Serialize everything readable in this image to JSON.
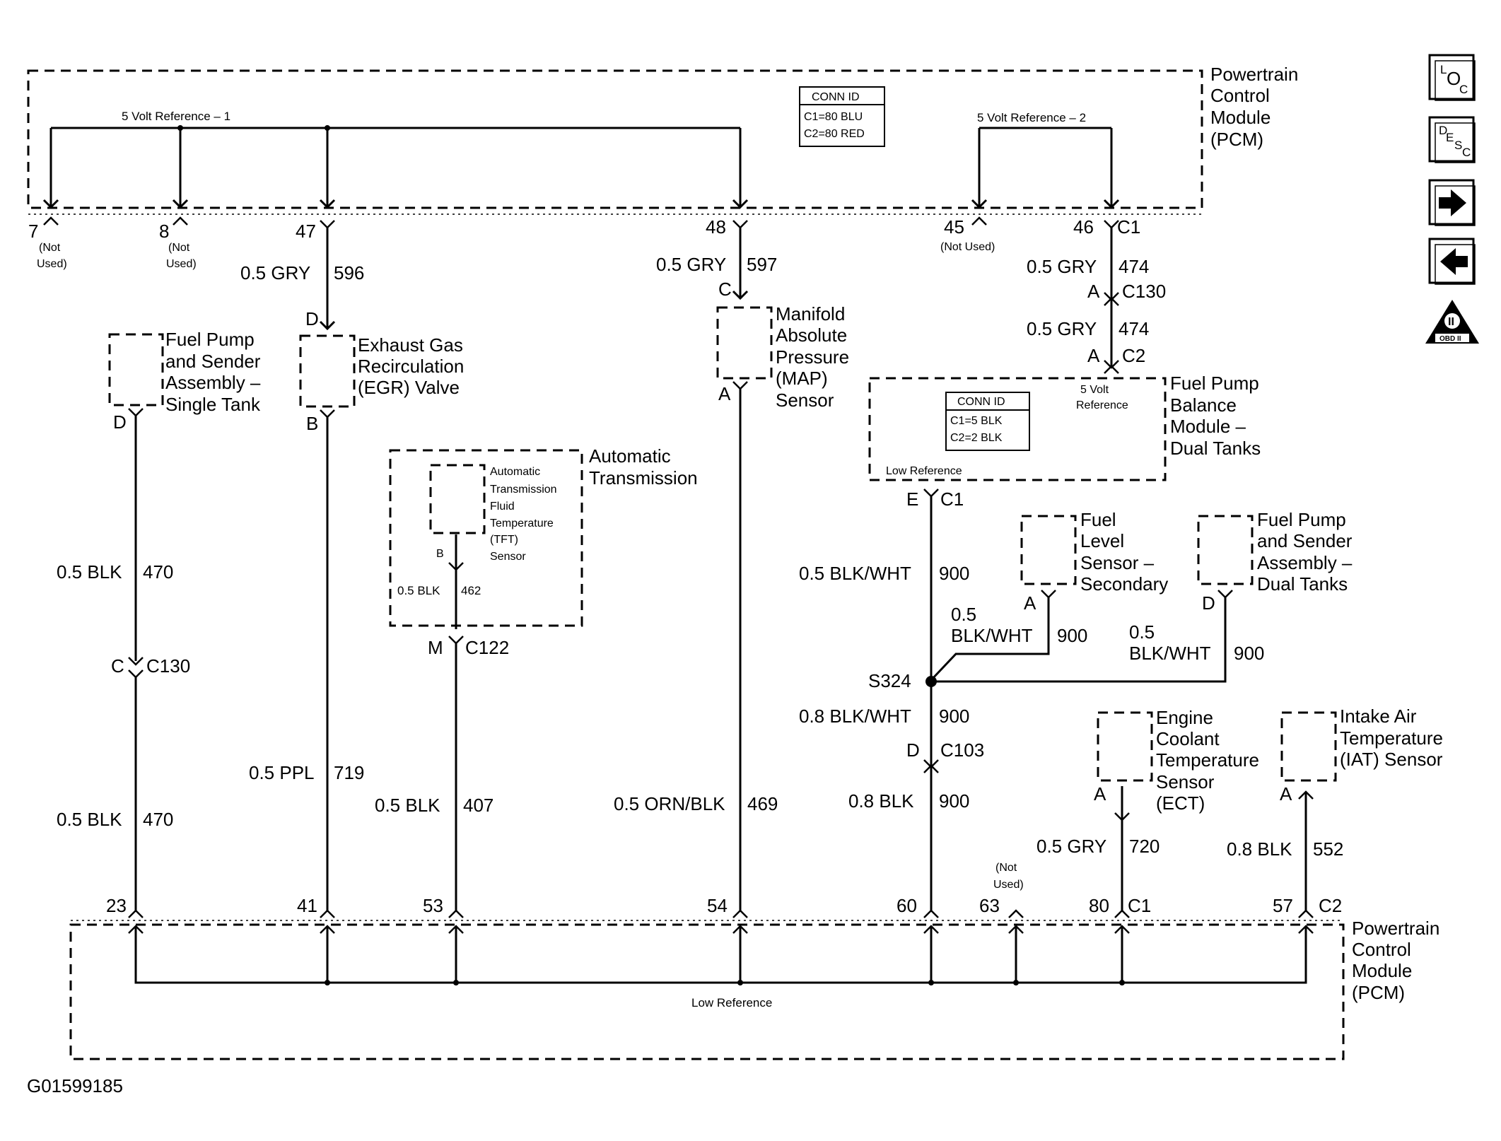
{
  "pcm_top": {
    "label": [
      "Powertrain",
      "Control",
      "Module",
      "(PCM)"
    ]
  },
  "pcm_bottom": {
    "label": [
      "Powertrain",
      "Control",
      "Module",
      "(PCM)"
    ],
    "low_reference": "Low Reference"
  },
  "ref1": "5 Volt Reference – 1",
  "ref2": "5 Volt Reference – 2",
  "conn_top": {
    "title": "CONN ID",
    "lines": [
      "C1=80 BLU",
      "C2=80 RED"
    ]
  },
  "conn_fpbm": {
    "title": "CONN ID",
    "lines": [
      "C1=5 BLK",
      "C2=2 BLK"
    ]
  },
  "top_pins": {
    "p7": "7",
    "p8": "8",
    "p47": "47",
    "p48": "48",
    "p45": "45",
    "p46": "46",
    "c1": "C1",
    "not": "(Not",
    "used": "Used)",
    "not_used": "(Not Used)"
  },
  "wires": {
    "w596": {
      "size": "0.5 GRY",
      "circuit": "596"
    },
    "w597": {
      "size": "0.5 GRY",
      "circuit": "597"
    },
    "w474a": {
      "size": "0.5 GRY",
      "circuit": "474"
    },
    "w474b": {
      "size": "0.5 GRY",
      "circuit": "474"
    },
    "w470a": {
      "size": "0.5 BLK",
      "circuit": "470"
    },
    "w470b": {
      "size": "0.5 BLK",
      "circuit": "470"
    },
    "w462": {
      "size": "0.5 BLK",
      "circuit": "462"
    },
    "w719": {
      "size": "0.5 PPL",
      "circuit": "719"
    },
    "w407": {
      "size": "0.5 BLK",
      "circuit": "407"
    },
    "w469": {
      "size": "0.5 ORN/BLK",
      "circuit": "469"
    },
    "w900a": {
      "size": "0.5 BLK/WHT",
      "circuit": "900"
    },
    "w900b": {
      "size_l1": "0.5",
      "size_l2": "BLK/WHT",
      "circuit": "900"
    },
    "w900c": {
      "size_l1": "0.5",
      "size_l2": "BLK/WHT",
      "circuit": "900"
    },
    "w900d": {
      "size": "0.8 BLK/WHT",
      "circuit": "900"
    },
    "w900e": {
      "size": "0.8 BLK",
      "circuit": "900"
    },
    "w720": {
      "size": "0.5 GRY",
      "circuit": "720"
    },
    "w552": {
      "size": "0.8 BLK",
      "circuit": "552"
    }
  },
  "components": {
    "fuel_single": [
      "Fuel Pump",
      "and Sender",
      "Assembly –",
      "Single Tank"
    ],
    "egr": [
      "Exhaust Gas",
      "Recirculation",
      "(EGR) Valve"
    ],
    "map": [
      "Manifold",
      "Absolute",
      "Pressure",
      "(MAP)",
      "Sensor"
    ],
    "fpbm": [
      "Fuel Pump",
      "Balance",
      "Module –",
      "Dual Tanks"
    ],
    "fpbm_5v": [
      "5 Volt",
      "Reference"
    ],
    "fpbm_low": "Low Reference",
    "auto_trans": [
      "Automatic",
      "Transmission"
    ],
    "tft": [
      "Automatic",
      "Transmission",
      "Fluid",
      "Temperature",
      "(TFT)",
      "Sensor"
    ],
    "fuel_level": [
      "Fuel",
      "Level",
      "Sensor –",
      "Secondary"
    ],
    "fuel_dual": [
      "Fuel Pump",
      "and Sender",
      "Assembly –",
      "Dual Tanks"
    ],
    "ect": [
      "Engine",
      "Coolant",
      "Temperature",
      "Sensor",
      "(ECT)"
    ],
    "iat": [
      "Intake Air",
      "Temperature",
      "(IAT) Sensor"
    ]
  },
  "connectors": {
    "d_egr_top": "D",
    "b_egr": "B",
    "d_fuel": "D",
    "c_map": "C",
    "a_map": "A",
    "a_c130": "A",
    "c130": "C130",
    "a_c2": "A",
    "c2": "C2",
    "e_c1": "E",
    "c1": "C1",
    "c_c130": "C",
    "c130b": "C130",
    "b_tft": "B",
    "m_c122": "M",
    "c122": "C122",
    "a_level": "A",
    "d_dual": "D",
    "s324": "S324",
    "d_c103": "D",
    "c103": "C103",
    "a_ect": "A",
    "a_iat": "A"
  },
  "bottom_pins": {
    "p23": "23",
    "p41": "41",
    "p53": "53",
    "p54": "54",
    "p60": "60",
    "p63": "63",
    "p80": "80",
    "p57": "57",
    "c1": "C1",
    "c2": "C2",
    "not": "(Not",
    "used": "Used)"
  },
  "nav": {
    "loc": [
      "L",
      "O",
      "C"
    ],
    "desc": [
      "D",
      "E",
      "S",
      "C"
    ],
    "obd": [
      "II",
      "OBD II"
    ]
  },
  "figure_id": "G01599185"
}
